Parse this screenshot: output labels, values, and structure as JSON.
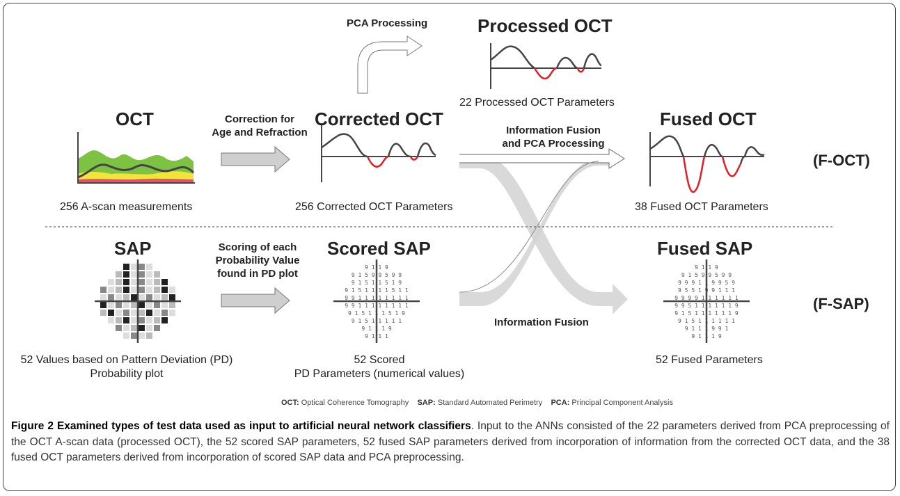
{
  "panels": {
    "oct_title": "OCT",
    "corrected_title": "Corrected OCT",
    "processed_title": "Processed OCT",
    "fused_oct_title": "Fused OCT",
    "sap_title": "SAP",
    "scored_title": "Scored SAP",
    "fused_sap_title": "Fused SAP"
  },
  "steps": {
    "correction_line1": "Correction for",
    "correction_line2": "Age and Refraction",
    "pca": "PCA Processing",
    "fusion_line1": "Information Fusion",
    "fusion_line2": "and PCA Processing",
    "scoring_line1": "Scoring of each",
    "scoring_line2": "Probability Value",
    "scoring_line3": "found in PD plot",
    "info_fusion": "Information Fusion"
  },
  "captions": {
    "oct": "256 A-scan measurements",
    "corrected": "256 Corrected OCT Parameters",
    "processed": "22 Processed OCT Parameters",
    "fused_oct": "38 Fused OCT Parameters",
    "sap_line1": "52 Values based on Pattern Deviation (PD)",
    "sap_line2": "Probability plot",
    "scored_line1": "52 Scored",
    "scored_line2": "PD Parameters (numerical values)",
    "fused_sap": "52 Fused Parameters"
  },
  "tags": {
    "foct": "(F-OCT)",
    "fsap": "(F-SAP)"
  },
  "legend": {
    "oct_abbr": "OCT:",
    "oct_full": "Optical Coherence Tomography",
    "sap_abbr": "SAP:",
    "sap_full": "Standard Automated Perimetry",
    "pca_abbr": "PCA:",
    "pca_full": "Principal Component Analysis"
  },
  "figure_caption": {
    "bold": "Figure 2 Examined types of test data used as input to artificial neural network classifiers",
    "text": ". Input to the ANNs consisted of the 22 parameters derived from PCA preprocessing of the OCT A-scan data (processed OCT), the 52 scored SAP parameters, 52 fused SAP parameters derived from incorporation of information from the corrected OCT data, and the 38 fused OCT parameters derived from incorporation of scored SAP data and PCA preprocessing."
  },
  "grid_digits": {
    "scored": [
      "9 1 1 9",
      "9 1 5 9 9 5 9 9",
      "9 1 5 1 1 5 1 9",
      "9 1 5 1 1 1 1 5 1 1",
      "9 9 1 1 1 1 1 1 1 1",
      "9 9 1 1 1 1 1 1 1 1",
      "9 1 5 1 1 1 5 1 9",
      "9 1 5 1 1 1 1 1",
      "9 1 1 1 9",
      "9 1 1 1"
    ],
    "fused": [
      "9 1 1 9",
      "9 1 5 9 9 5 9 9",
      "9 9 9 1 1 9 9 5 9",
      "9 5 5 1 9 9 1 1 1",
      "9 9 9 9 1 1 1 1 1 1",
      "9 9 5 1 1 1 1 1 1 9",
      "9 1 5 1 1 1 1 1 1 9",
      "9 1 5 1 1 1 1 1 1",
      "9 1 1 1 9 9 1",
      "9 1 1 1 9"
    ]
  },
  "colors": {
    "curve": "#444444",
    "deficit": "#e01e24",
    "arrow": "#d4d4d4",
    "green": "#7dc242",
    "yellow": "#f2e53a",
    "pink": "#e8506a"
  }
}
